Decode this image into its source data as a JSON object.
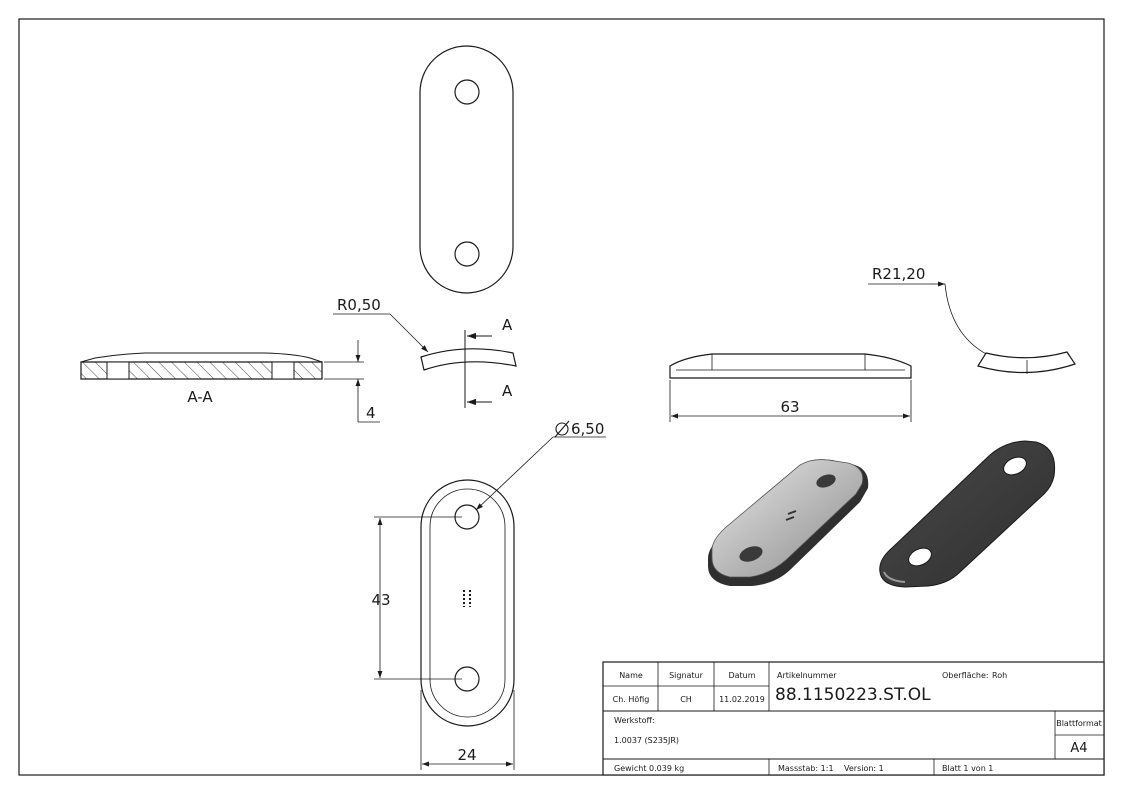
{
  "views": {
    "section_label": "A-A",
    "section_marker": "A",
    "dimensions": {
      "radius_edge": "R0,50",
      "thickness": "4",
      "radius_bend": "R21,20",
      "length": "63",
      "hole_diameter": "6,50",
      "hole_spacing": "43",
      "width": "24"
    }
  },
  "title_block": {
    "headers": {
      "name": "Name",
      "signature": "Signatur",
      "date": "Datum",
      "article": "Artikelnummer",
      "surface": "Oberfläche:",
      "sheet_format": "Blattformat"
    },
    "values": {
      "name": "Ch. Höfig",
      "signature": "CH",
      "date": "11.02.2019",
      "article_number": "88.1150223.ST.OL",
      "surface": "Roh",
      "material_label": "Werkstoff:",
      "material": "1.0037 (S235JR)",
      "sheet_format": "A4",
      "weight": "Gewicht 0.039 kg",
      "scale": "Massstab: 1:1",
      "version": "Version: 1",
      "sheet": "Blatt 1 von 1"
    }
  }
}
